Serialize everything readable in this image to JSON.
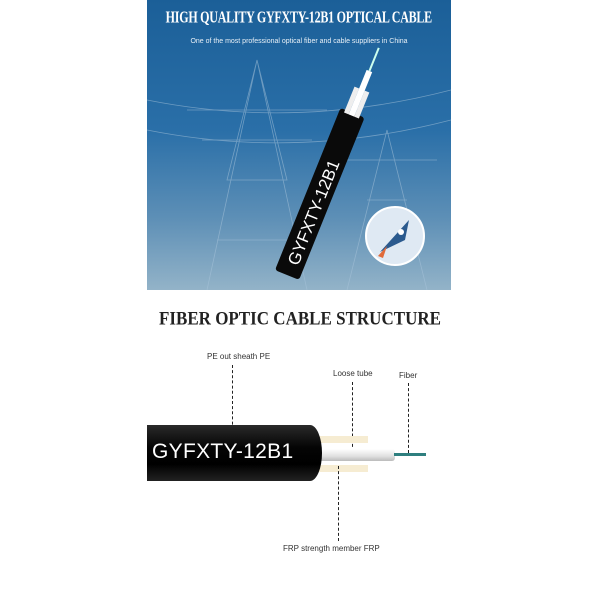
{
  "banner": {
    "title": "HIGH QUALITY GYFXTY-12B1 OPTICAL CABLE",
    "subtitle": "One of the most professional optical fiber and cable suppliers in China",
    "cable_print": "GYFXTY-12B1",
    "logo_icon": "rocket-icon"
  },
  "structure": {
    "title": "FIBER OPTIC CABLE STRUCTURE",
    "cable_print": "GYFXTY-12B1",
    "labels": {
      "sheath": "PE out sheath PE",
      "loose_tube": "Loose tube",
      "fiber": "Fiber",
      "frp": "FRP strength member FRP"
    }
  },
  "colors": {
    "banner_blue": "#1b5f98",
    "cable_black": "#000000",
    "frp": "#f6ecd2",
    "fiber": "#2f7f7f"
  }
}
